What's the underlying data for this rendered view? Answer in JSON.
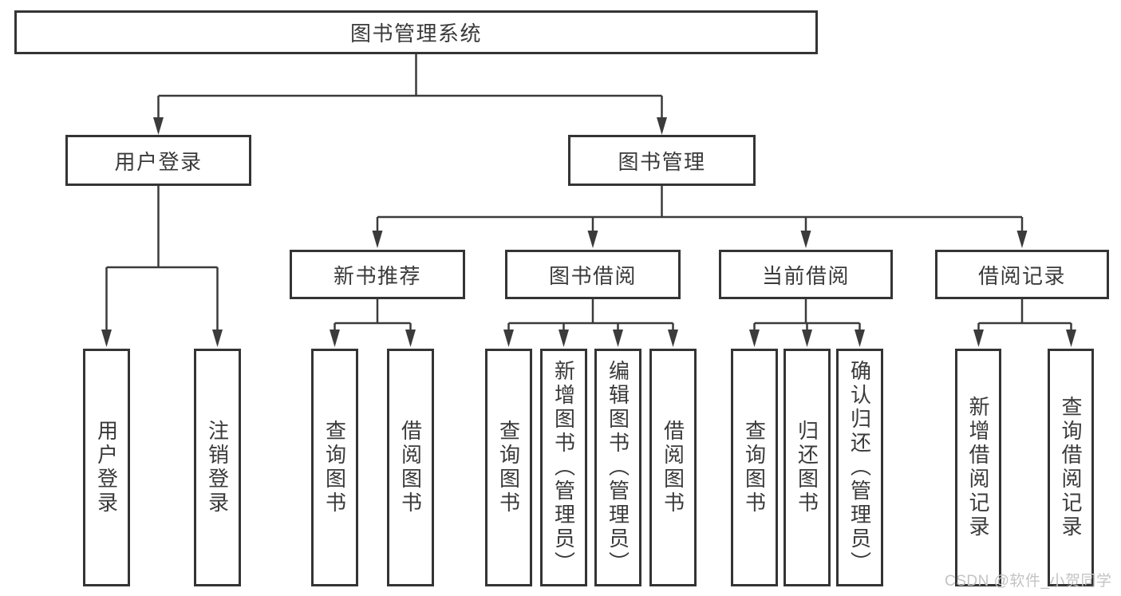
{
  "tree": {
    "root": {
      "label": "图书管理系统"
    },
    "branches": [
      {
        "label": "用户登录",
        "children": [
          {
            "label": "用户登录"
          },
          {
            "label": "注销登录"
          }
        ]
      },
      {
        "label": "图书管理",
        "children": [
          {
            "label": "新书推荐",
            "children": [
              {
                "label": "查询图书"
              },
              {
                "label": "借阅图书"
              }
            ]
          },
          {
            "label": "图书借阅",
            "children": [
              {
                "label": "查询图书"
              },
              {
                "label": "新增图书（管理员）"
              },
              {
                "label": "编辑图书（管理员）"
              },
              {
                "label": "借阅图书"
              }
            ]
          },
          {
            "label": "当前借阅",
            "children": [
              {
                "label": "查询图书"
              },
              {
                "label": "归还图书"
              },
              {
                "label": "确认归还（管理员）"
              }
            ]
          },
          {
            "label": "借阅记录",
            "children": [
              {
                "label": "新增借阅记录"
              },
              {
                "label": "查询借阅记录"
              }
            ]
          }
        ]
      }
    ]
  },
  "watermark": {
    "text": "CSDN @软件_小贺同学"
  },
  "colors": {
    "line": "#3b3b3b",
    "border": "#343434",
    "text": "#3a3a3a",
    "watermark": "#c3c3c3",
    "background": "#ffffff"
  }
}
